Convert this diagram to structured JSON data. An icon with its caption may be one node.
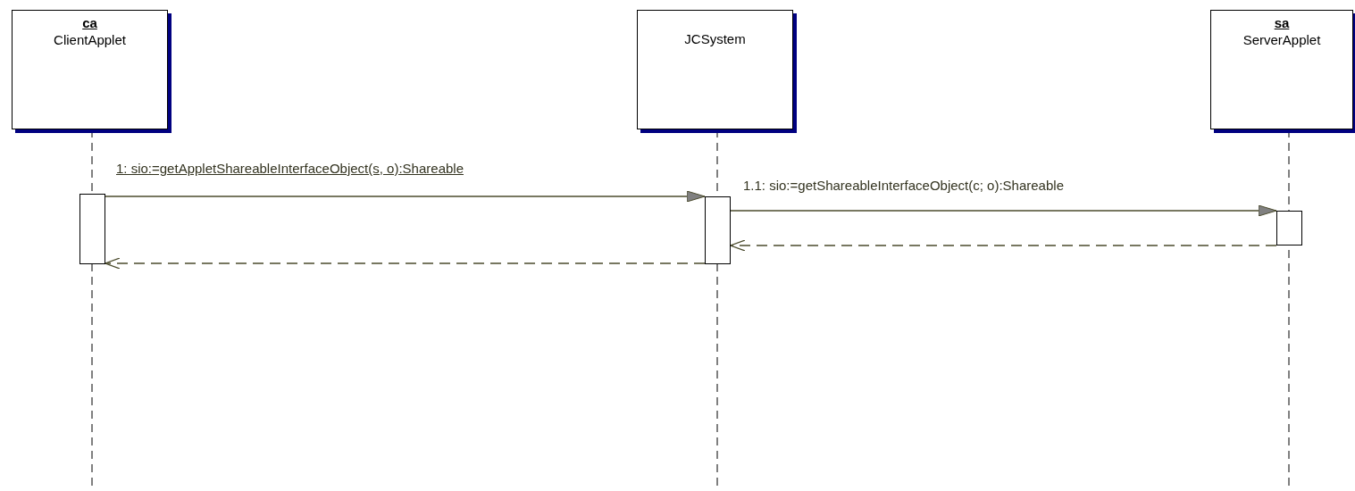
{
  "diagram": {
    "nodes": [
      {
        "text": [
          "ca",
          "ClientApplet"
        ]
      },
      {
        "text": [
          "JCSystem"
        ]
      },
      {
        "text": [
          "sa",
          "ServerApplet"
        ]
      },
      {
        "text": [],
        "shape": "bar"
      },
      {
        "text": [],
        "shape": "bar"
      },
      {
        "text": [],
        "shape": "bar"
      }
    ],
    "edges": [
      {
        "from": 3,
        "to": 4,
        "arrow": "to",
        "label": "1: sio:=getAppletShareableInterfaceObject(s, o):Shareable"
      },
      {
        "from": 4,
        "to": 5,
        "arrow": "to",
        "label": "1.1: sio:=getShareableInterfaceObject(c; o):Shareable"
      },
      {
        "from": 5,
        "to": 4,
        "arrow": "to",
        "style": "dashed"
      },
      {
        "from": 4,
        "to": 3,
        "arrow": "to",
        "style": "dashed"
      }
    ]
  }
}
